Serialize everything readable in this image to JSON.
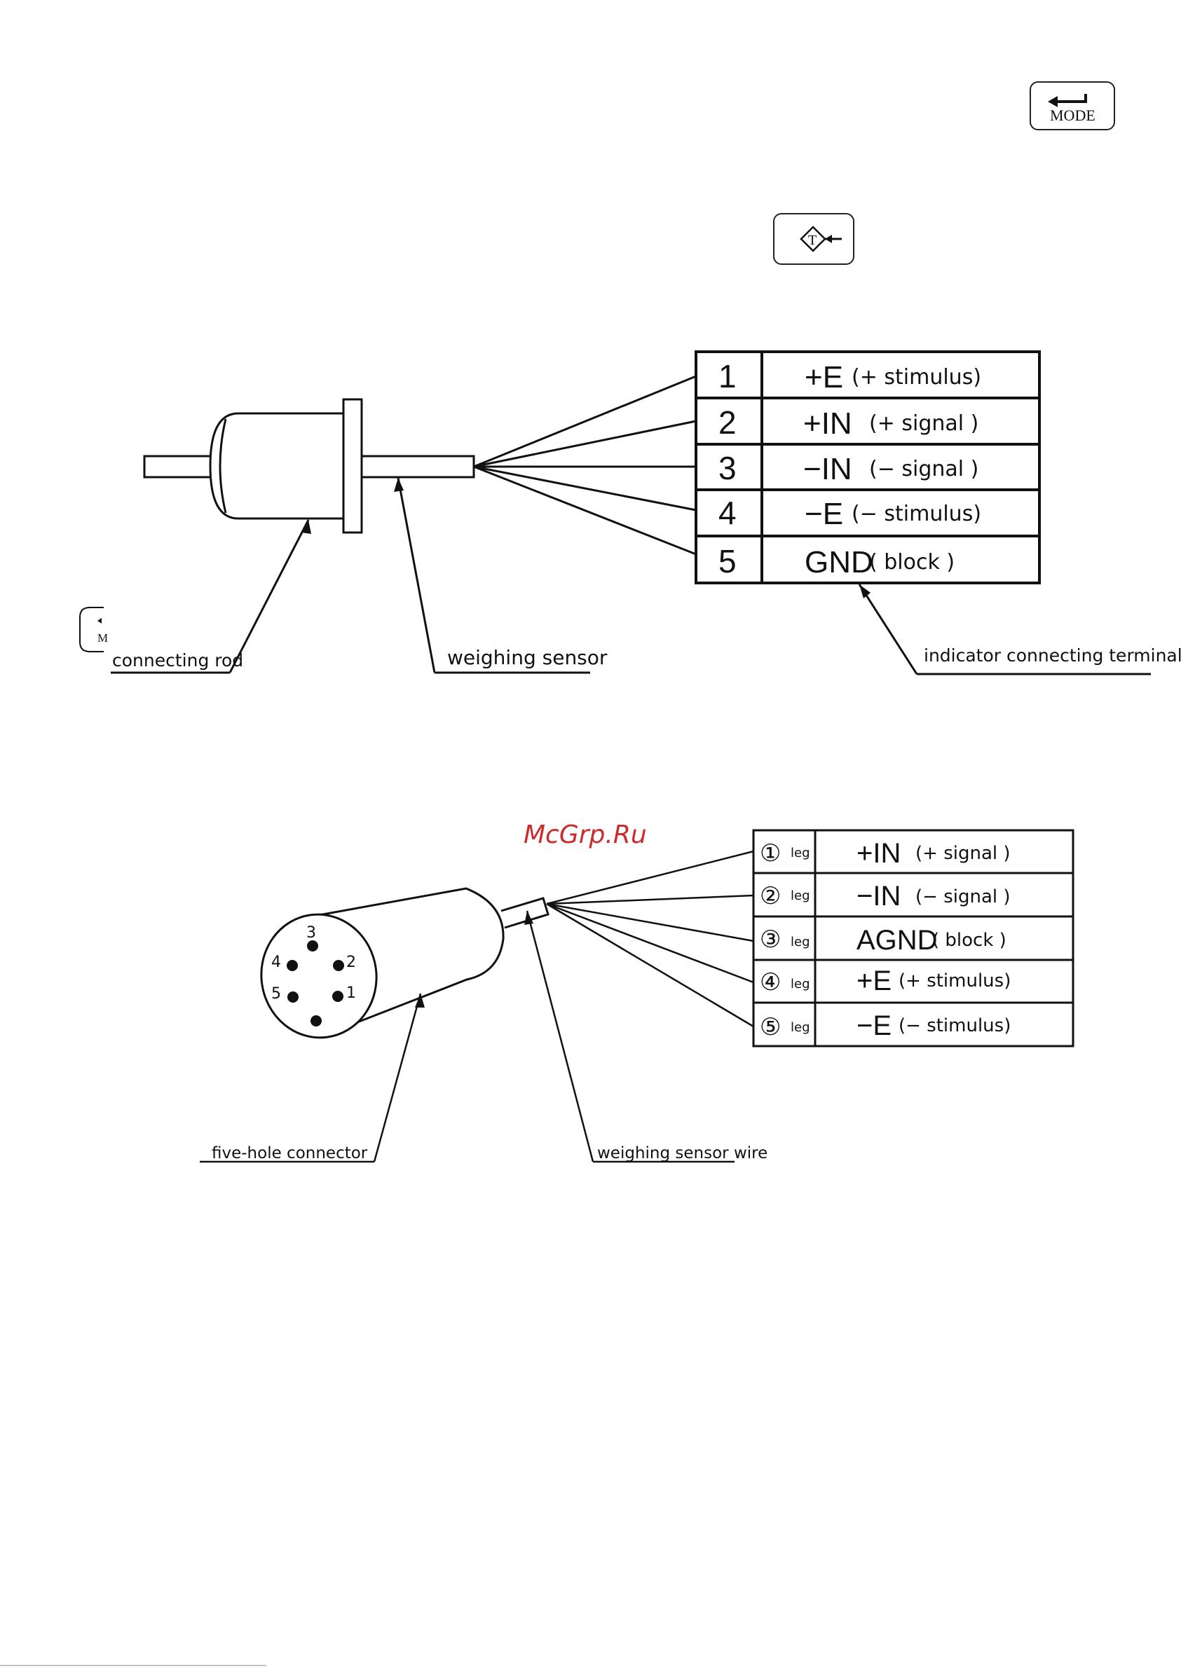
{
  "keys": {
    "mode_label": "MODE",
    "mode_icon": "enter-arrow-icon",
    "tare_icon": "tare-diamond-icon",
    "tare_letter": "T",
    "partial_label": "M"
  },
  "diagram1": {
    "pins": [
      {
        "num": "1",
        "code": "+E",
        "paren": "(+ stimulus)"
      },
      {
        "num": "2",
        "code": "+IN",
        "paren": "(+ signal )"
      },
      {
        "num": "3",
        "code": "−IN",
        "paren": "(− signal )"
      },
      {
        "num": "4",
        "code": "−E",
        "paren": "(− stimulus)"
      },
      {
        "num": "5",
        "code": "GND",
        "paren": "( block )"
      }
    ],
    "labels": {
      "rod": "connecting rod",
      "sensor": "weighing sensor",
      "terminal": "indicator connecting terminal"
    }
  },
  "diagram2": {
    "watermark": "McGrp.Ru",
    "pins": [
      {
        "num": "①",
        "leg": "leg",
        "code": "+IN",
        "paren": "(+ signal )"
      },
      {
        "num": "②",
        "leg": "leg",
        "code": "−IN",
        "paren": "(− signal )"
      },
      {
        "num": "③",
        "leg": "leg",
        "code": "AGND",
        "paren": "( block )"
      },
      {
        "num": "④",
        "leg": "leg",
        "code": "+E",
        "paren": "(+ stimulus)"
      },
      {
        "num": "⑤",
        "leg": "leg",
        "code": "−E",
        "paren": "(− stimulus)"
      }
    ],
    "holes": [
      "3",
      "4",
      "2",
      "5",
      "1"
    ],
    "labels": {
      "connector": "five-hole connector",
      "wire": "weighing sensor wire"
    }
  }
}
